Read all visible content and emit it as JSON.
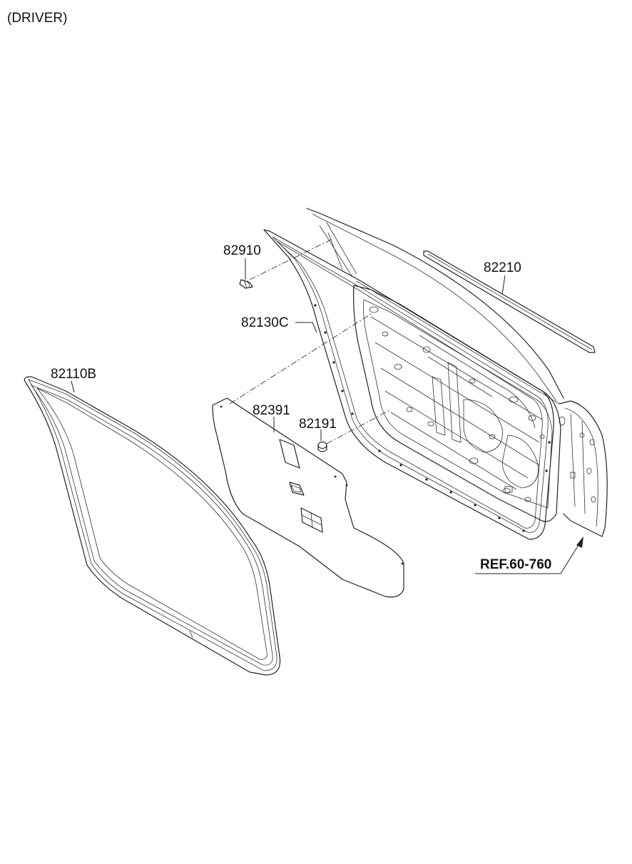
{
  "header": {
    "variant": "(DRIVER)"
  },
  "callouts": {
    "p82910": "82910",
    "p82210": "82210",
    "p82130C": "82130C",
    "p82110B": "82110B",
    "p82391": "82391",
    "p82191": "82191",
    "ref": "REF.60-760"
  }
}
